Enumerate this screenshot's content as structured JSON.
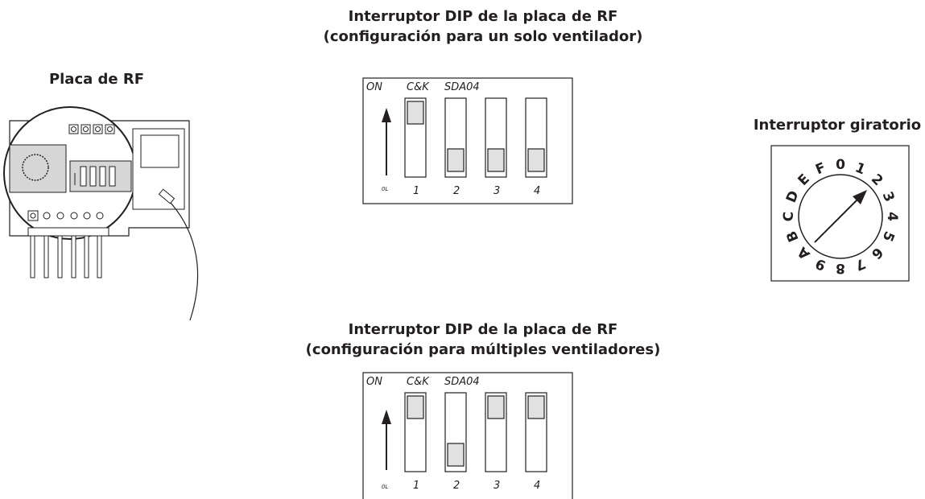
{
  "headings": {
    "board": "Placa de RF",
    "dip_single_line1": "Interruptor DIP de la placa de RF",
    "dip_single_line2": "(configuración para un solo ventilador)",
    "rotary": "Interruptor giratorio",
    "dip_multi_line1": "Interruptor DIP de la placa de RF",
    "dip_multi_line2": "(configuración para múltiples ventiladores)"
  },
  "dip_labels": {
    "on": "ON",
    "brand": "C&K",
    "model": "SDA04",
    "off": "0L",
    "switch_numbers": [
      "1",
      "2",
      "3",
      "4"
    ]
  },
  "dip_single": {
    "positions": [
      "on",
      "off",
      "off",
      "off"
    ]
  },
  "dip_multi": {
    "positions": [
      "on",
      "off",
      "on",
      "on"
    ]
  },
  "rotary_dial": {
    "digits": [
      "0",
      "1",
      "2",
      "3",
      "4",
      "5",
      "6",
      "7",
      "8",
      "9",
      "A",
      "B",
      "C",
      "D",
      "E",
      "F"
    ]
  }
}
